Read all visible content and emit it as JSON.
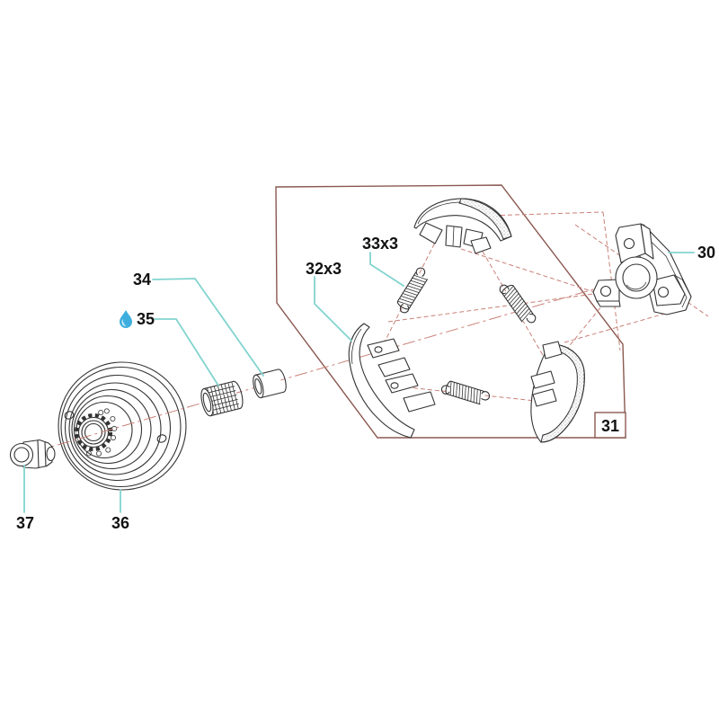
{
  "figure": {
    "type": "exploded-parts-diagram",
    "labels": {
      "p30": "30",
      "p31": "31",
      "p32": "32x3",
      "p33": "33x3",
      "p34": "34",
      "p35": "35",
      "p36": "36",
      "p37": "37"
    },
    "icons": {
      "lubrication_drop": "water-drop"
    },
    "colors": {
      "leader": "#82d4cf",
      "construction": "#c98078",
      "kit_box": "#8a5850",
      "line_art": "#333333",
      "drop": "#3eaede",
      "drop_highlight": "#cdeaf7",
      "label_text": "#111111",
      "background": "#ffffff"
    }
  }
}
